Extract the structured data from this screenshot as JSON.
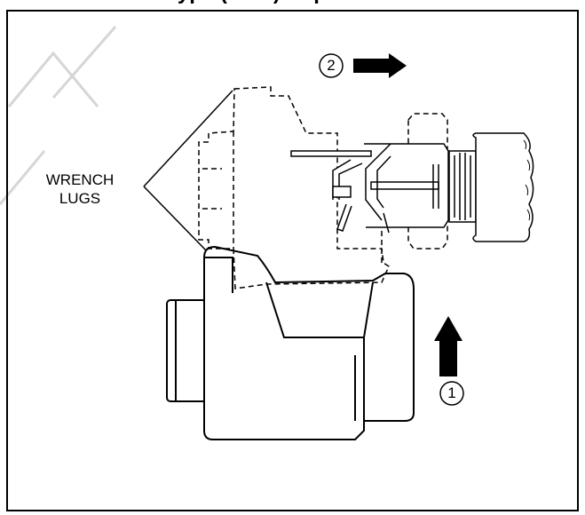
{
  "header": {
    "title_fragment": "Type (ADD) Replacement"
  },
  "labels": {
    "wrench_lugs_line1": "WRENCH",
    "wrench_lugs_line2": "LUGS"
  },
  "steps": [
    {
      "number": "1",
      "direction": "up"
    },
    {
      "number": "2",
      "direction": "right"
    }
  ],
  "watermark": {
    "text": "SAMPLE",
    "color": "#d9d9d9"
  },
  "colors": {
    "line": "#000000",
    "background": "#ffffff"
  }
}
